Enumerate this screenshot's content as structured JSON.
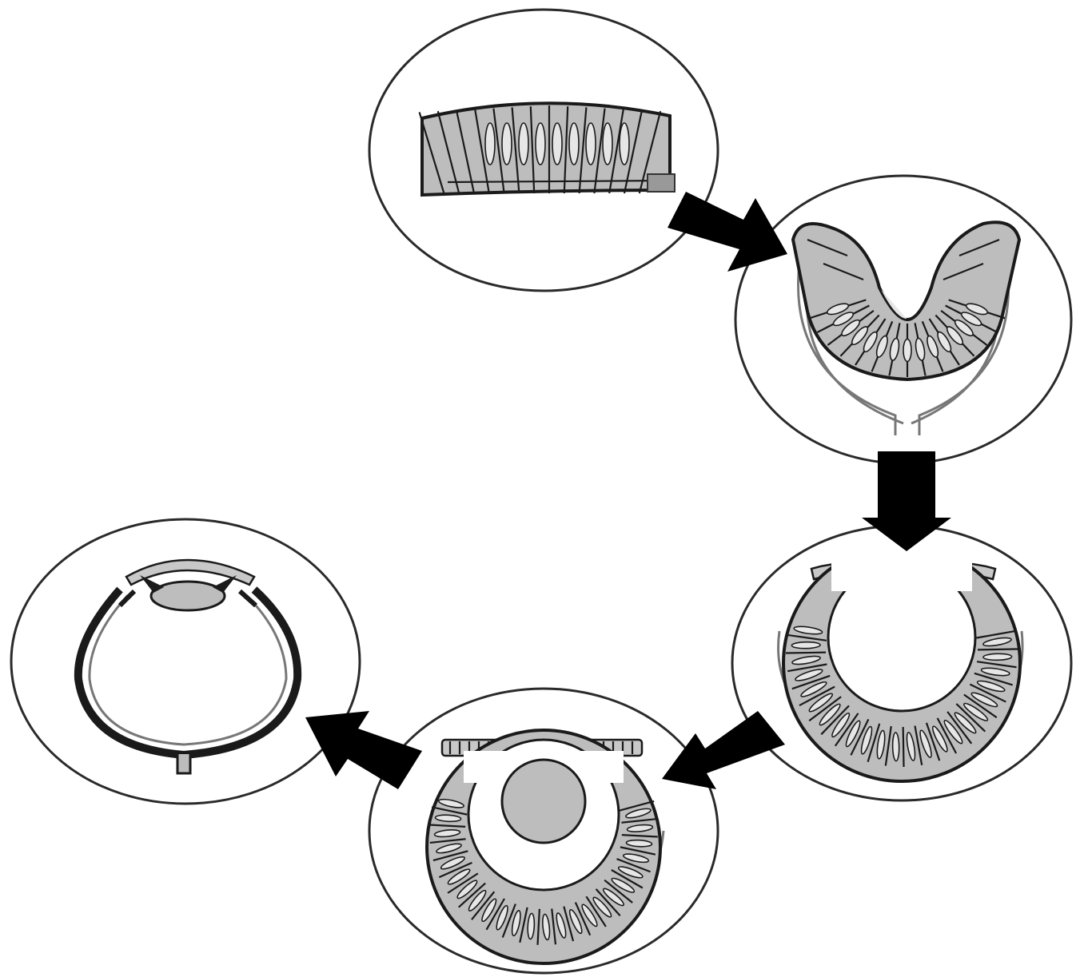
{
  "diagram": {
    "stages": [
      {
        "id": "surface-ectoderm",
        "icon": "flat-epithelium-sheet-icon"
      },
      {
        "id": "optic-cup",
        "icon": "u-shaped-optic-cup-icon"
      },
      {
        "id": "closing-vesicle",
        "icon": "closing-optic-vesicle-icon"
      },
      {
        "id": "lens-vesicle",
        "icon": "lens-vesicle-icon"
      },
      {
        "id": "mature-eye",
        "icon": "eyeball-cross-section-icon"
      }
    ],
    "arrows": [
      {
        "from": "surface-ectoderm",
        "to": "optic-cup"
      },
      {
        "from": "optic-cup",
        "to": "closing-vesicle"
      },
      {
        "from": "closing-vesicle",
        "to": "lens-vesicle"
      },
      {
        "from": "lens-vesicle",
        "to": "mature-eye"
      }
    ],
    "colors": {
      "outline": "#1a1a1a",
      "tissue": "#bdbdbd",
      "arrow": "#000000",
      "background": "#ffffff"
    }
  }
}
